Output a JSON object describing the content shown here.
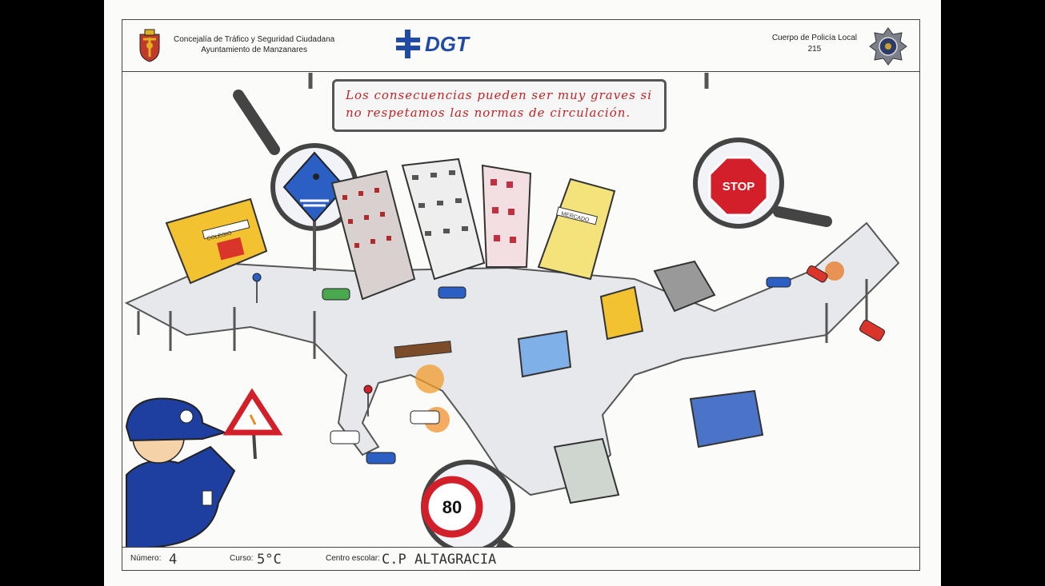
{
  "header": {
    "left_line1": "Concejalía de Tráfico y Seguridad Ciudadana",
    "left_line2": "Ayuntamiento de Manzanares",
    "logo_text": "DGT",
    "right_line1": "Cuerpo de Policía Local",
    "right_line2": "215"
  },
  "drawing": {
    "message": "Los consecuencias pueden ser muy graves si no respetamos las normas de circulación.",
    "stop_sign": "STOP",
    "speed_limit": "80",
    "school_sign": "COLEGIO",
    "market_sign": "MERCADO"
  },
  "footer": {
    "numero_label": "Número:",
    "numero_value": "4",
    "curso_label": "Curso:",
    "curso_value": "5°C",
    "centro_label": "Centro escolar:",
    "centro_value": "C.P ALTAGRACIA"
  },
  "colors": {
    "dgt_blue": "#1f4aa8",
    "police_blue": "#1e3fa0",
    "stop_red": "#d21f2a",
    "text_red": "#c12424",
    "school_yellow": "#f2c230"
  }
}
